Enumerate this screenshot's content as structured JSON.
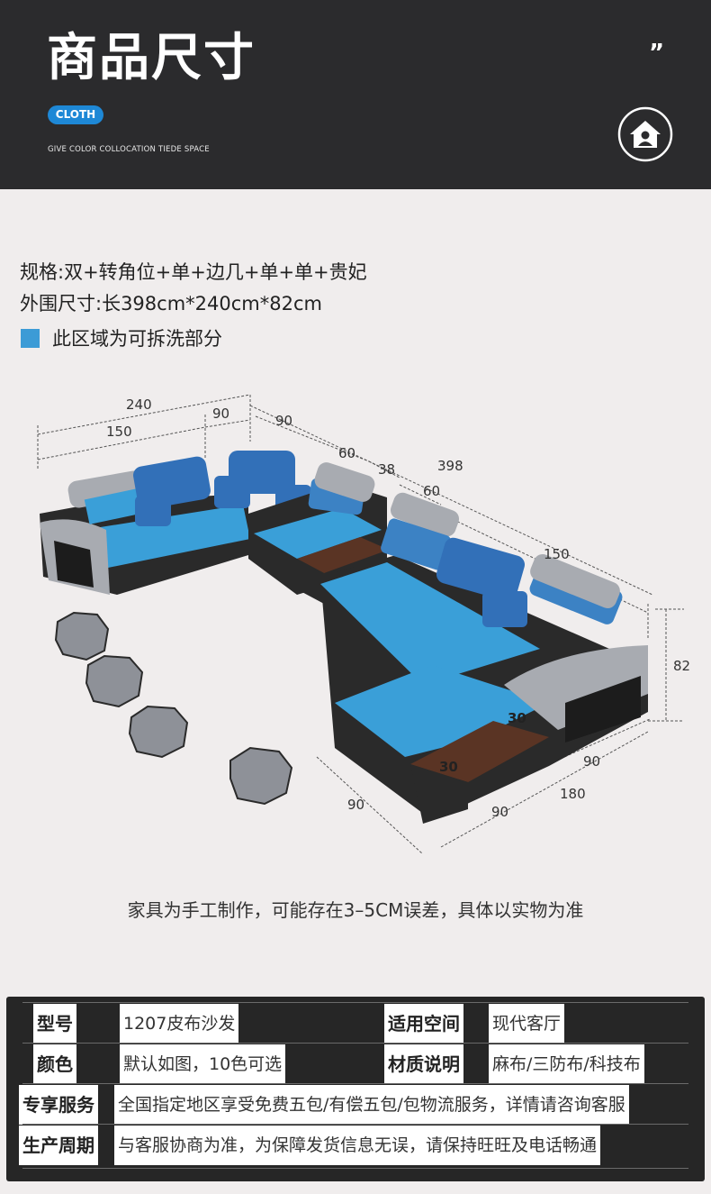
{
  "header": {
    "title": "商品尺寸",
    "badge": "CLOTH",
    "subtitle": "GIVE COLOR COLLOCATION TIEDE SPACE",
    "quote_mark": "”",
    "icon": "home-user-icon"
  },
  "specs": {
    "config": "规格:双+转角位+单+边几+单+单+贵妃",
    "dimensions": "外围尺寸:长398cm*240cm*82cm",
    "legend": "此区域为可拆洗部分",
    "legend_color": "#3c9bd6"
  },
  "diagram": {
    "dims": {
      "d240": "240",
      "d150a": "150",
      "d90a": "90",
      "d90b": "90",
      "d60a": "60",
      "d38": "38",
      "d60b": "60",
      "d398": "398",
      "d150b": "150",
      "d82": "82",
      "d30a": "30",
      "d30b": "30",
      "d90c": "90",
      "d180": "180",
      "d90d": "90",
      "d90e": "90"
    },
    "colors": {
      "cushion": "#3a9fd8",
      "frame": "#2a2a2a",
      "headrest": "#a8abb1",
      "wood": "#5a3424",
      "stool": "#8e9198"
    }
  },
  "note": "家具为手工制作，可能存在3–5CM误差，具体以实物为准",
  "info": {
    "rows": [
      {
        "label": "型号",
        "value": "1207皮布沙发",
        "label2": "适用空间",
        "value2": "现代客厅"
      },
      {
        "label": "颜色",
        "value": "默认如图，10色可选",
        "label2": "材质说明",
        "value2": "麻布/三防布/科技布"
      },
      {
        "label": "专享服务",
        "value": "全国指定地区享受免费五包/有偿五包/包物流服务，详情请咨询客服"
      },
      {
        "label": "生产周期",
        "value": "与客服协商为准，为保障发货信息无误，请保持旺旺及电话畅通"
      }
    ]
  }
}
